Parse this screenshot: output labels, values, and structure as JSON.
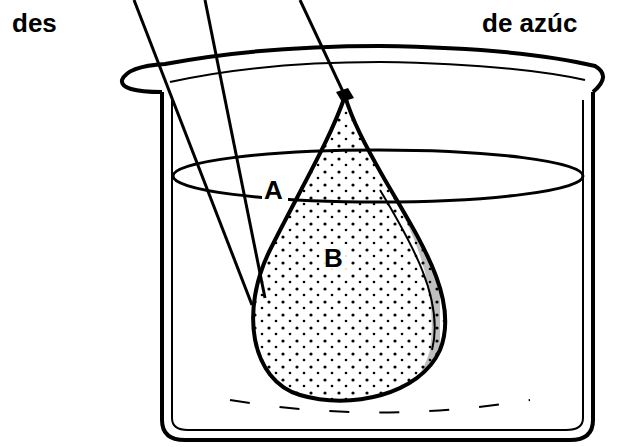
{
  "diagram": {
    "labels": [
      "des",
      "de azúc",
      "A",
      "B"
    ]
  }
}
